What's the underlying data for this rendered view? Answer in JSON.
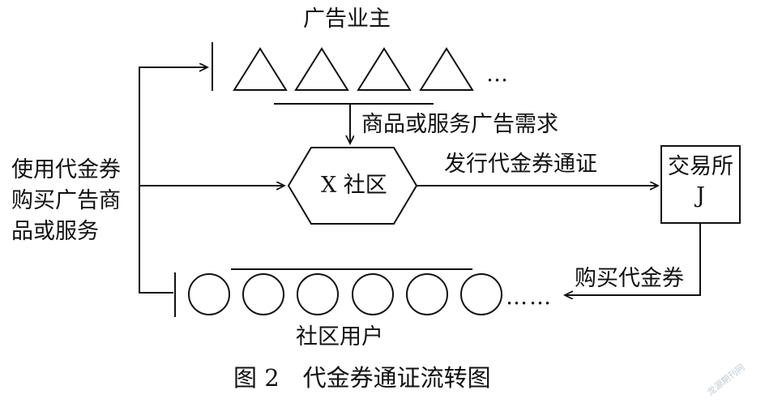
{
  "advertisers_label": "广告业主",
  "ellipsis": "…",
  "demand_label": "商品或服务广告需求",
  "community_label": "X 社区",
  "issue_label": "发行代金券通证",
  "exchange_label": [
    "交易所",
    "J"
  ],
  "buy_label": "购买代金券",
  "left_label": [
    "使用代金券",
    "购买广告商",
    "品或服务"
  ],
  "users_label": "社区用户",
  "caption": "图 2　代金券通证流转图",
  "watermark": "龙源期刊网"
}
